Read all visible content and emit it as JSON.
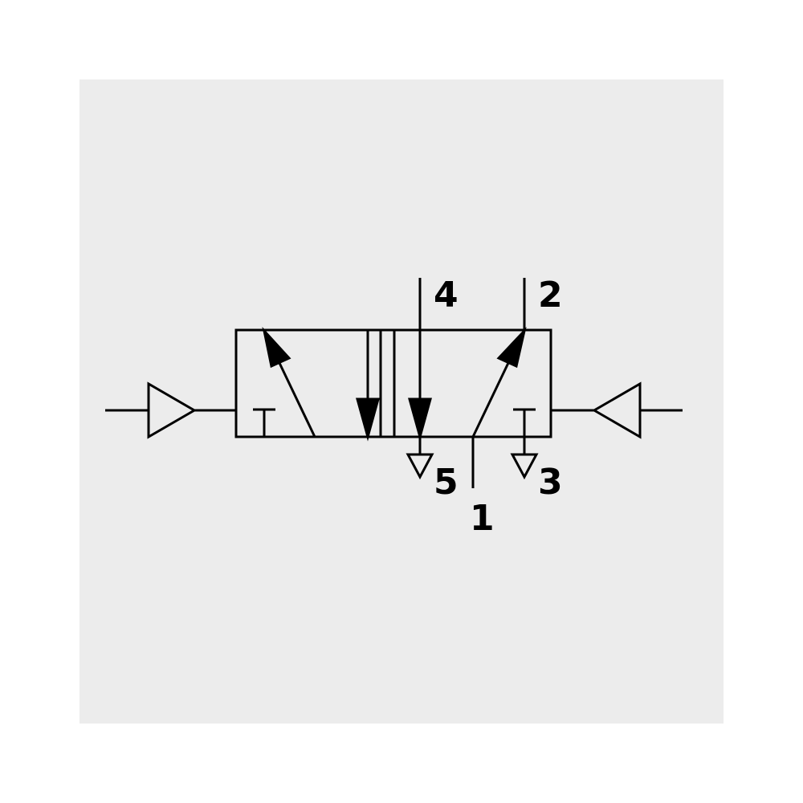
{
  "diagram": {
    "type": "pneumatic 5/2 directional control valve symbol",
    "colors": {
      "background": "#ffffff",
      "panel": "#ececec",
      "stroke": "#000000"
    },
    "ports": {
      "port_4": "4",
      "port_2": "2",
      "port_5": "5",
      "port_1": "1",
      "port_3": "3"
    }
  }
}
